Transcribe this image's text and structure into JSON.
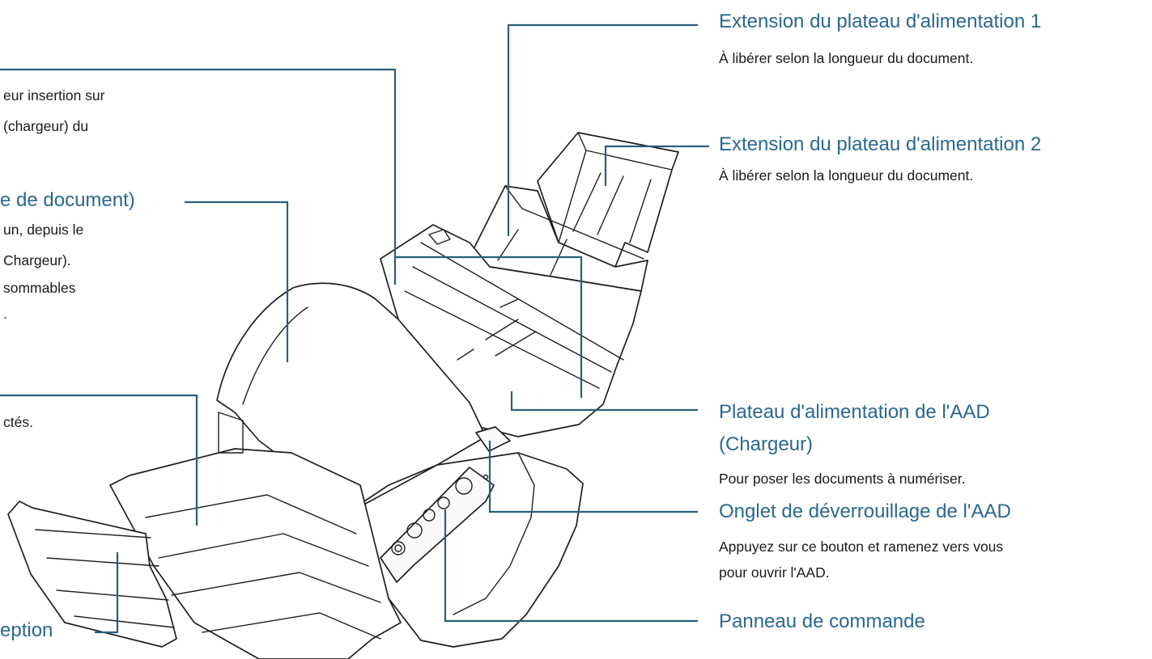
{
  "callouts_right": [
    {
      "title": "Extension du plateau d'alimentation 1",
      "lines": [
        "À libérer selon la longueur du document."
      ]
    },
    {
      "title": "Extension du plateau d'alimentation 2",
      "lines": [
        "À libérer selon la longueur du document."
      ]
    },
    {
      "title_lines": [
        "Plateau d'alimentation de l'AAD",
        "(Chargeur)"
      ],
      "lines": [
        "Pour poser les documents à numériser."
      ]
    },
    {
      "title": "Onglet de déverrouillage de l'AAD",
      "lines": [
        "Appuyez sur ce bouton et ramenez vers vous",
        "pour ouvrir l'AAD."
      ]
    },
    {
      "title": "Panneau de commande"
    }
  ],
  "callouts_left": [
    {
      "lines": [
        "eur insertion sur",
        " (chargeur) du"
      ]
    },
    {
      "title": "e de document)",
      "lines": [
        "un, depuis le",
        "Chargeur).",
        "sommables",
        "."
      ]
    },
    {
      "lines": [
        "ctés."
      ]
    },
    {
      "title": "eption"
    }
  ],
  "colors": {
    "heading": "#2a6890",
    "leader": "#2a5f78",
    "line_art": "#1f1f1f"
  },
  "icons": [
    "scanner-illustration"
  ]
}
